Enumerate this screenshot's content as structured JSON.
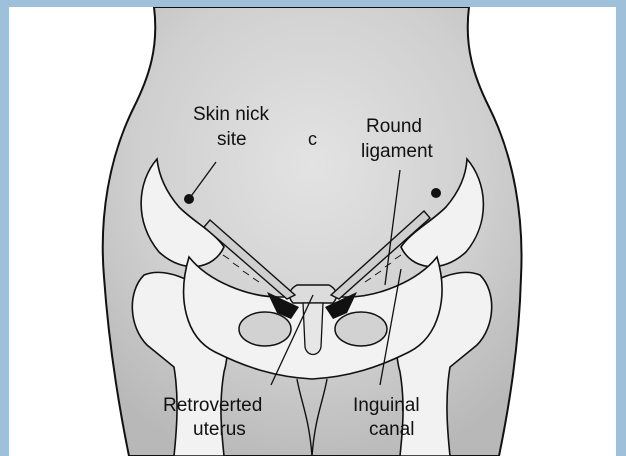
{
  "labels": {
    "skin_nick_line1": "Skin nick",
    "skin_nick_line2": "site",
    "round_line1": "Round",
    "round_line2": "ligament",
    "retro_line1": "Retroverted",
    "retro_line2": "uterus",
    "inguinal_line1": "Inguinal",
    "inguinal_line2": "canal",
    "navel_mark": "c"
  },
  "colors": {
    "border": "#9ec0da",
    "skin": "#d4d4d4",
    "skin_shadow": "#bdbdbd",
    "bone": "#f2f2f2",
    "ink": "#111111"
  }
}
